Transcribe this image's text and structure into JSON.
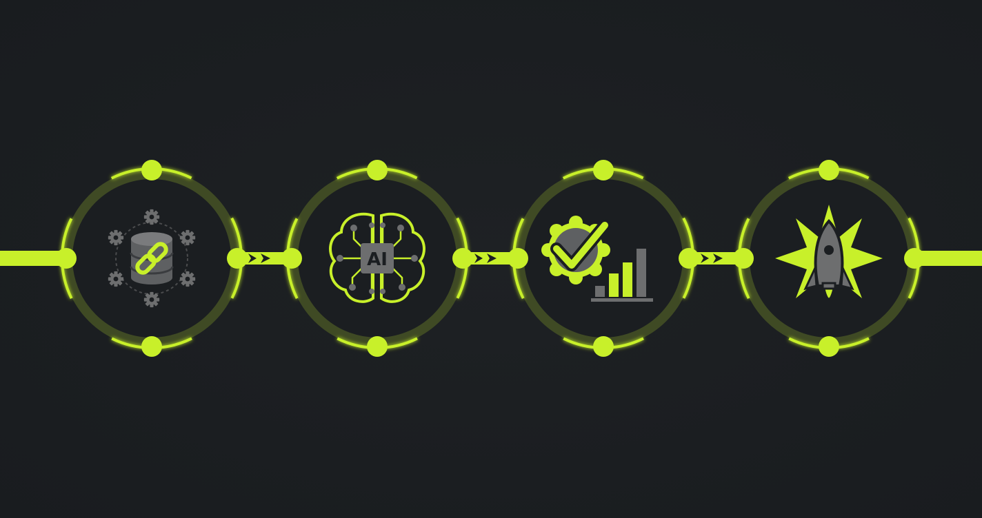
{
  "diagram": {
    "type": "process-flow",
    "accent_color": "#c8f02a",
    "ring_track_color": "#3f4a24",
    "icon_gray": "#6d6e6f",
    "icon_dark": "#2b2d30",
    "background": "#1b1e21",
    "stages": [
      {
        "icon": "database-link-gears-icon",
        "label": ""
      },
      {
        "icon": "ai-brain-circuit-icon",
        "label": "AI"
      },
      {
        "icon": "checkmark-badge-growth-chart-icon",
        "label": ""
      },
      {
        "icon": "rocket-launch-burst-icon",
        "label": ""
      }
    ],
    "connectors": [
      "chevron-arrow",
      "chevron-arrow",
      "chevron-arrow"
    ]
  }
}
